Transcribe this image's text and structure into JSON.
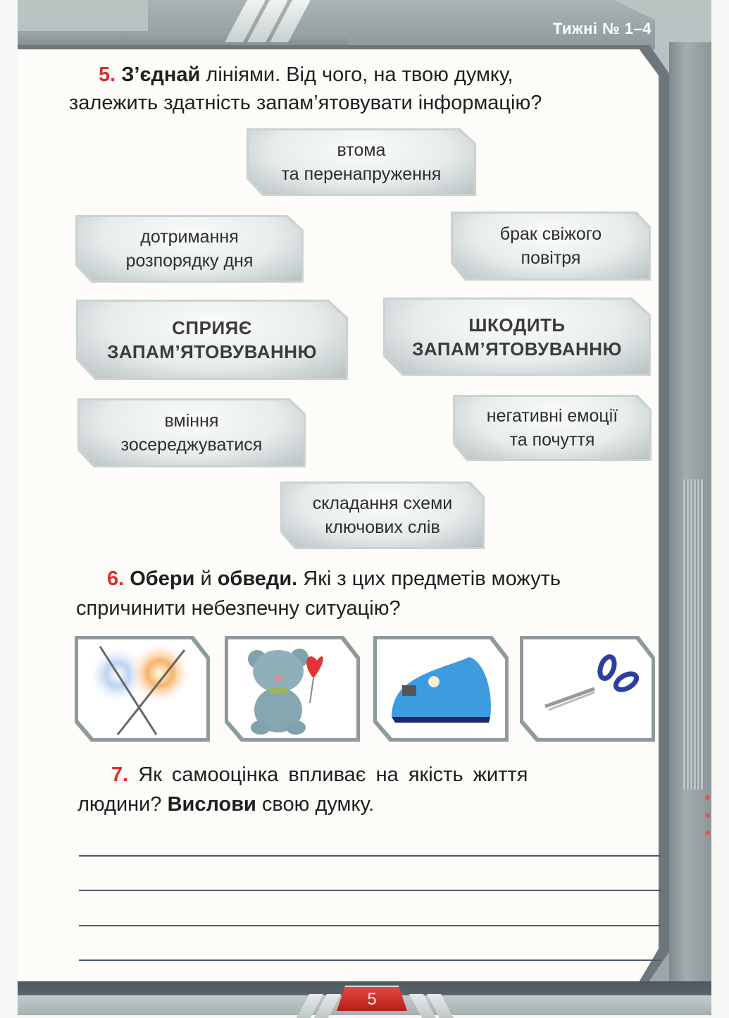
{
  "header": {
    "week_label": "Тижні № 1–4"
  },
  "task5": {
    "number": "5.",
    "bold_verb": "З’єднай",
    "text_line1": " лініями. Від чого, на твою думку,",
    "text_line2": "залежить здатність запам’ятовувати інформацію?",
    "categories": [
      {
        "line1": "СПРИЯЄ",
        "line2": "ЗАПАМ’ЯТОВУВАННЮ"
      },
      {
        "line1": "ШКОДИТЬ",
        "line2": "ЗАПАМ’ЯТОВУВАННЮ"
      }
    ],
    "options": [
      {
        "line1": "втома",
        "line2": "та перенапруження"
      },
      {
        "line1": "дотримання",
        "line2": "розпорядку дня"
      },
      {
        "line1": "брак свіжого",
        "line2": "повітря"
      },
      {
        "line1": "вміння",
        "line2": "зосереджуватися"
      },
      {
        "line1": "негативні емоції",
        "line2": "та почуття"
      },
      {
        "line1": "складання схеми",
        "line2": "ключових слів"
      }
    ]
  },
  "task6": {
    "number": "6.",
    "bold_verb1": "Обери",
    "conj": " й ",
    "bold_verb2": "обведи.",
    "text_line1": " Які з цих предметів можуть",
    "text_line2": "спричинити небезпечну ситуацію?",
    "items": [
      {
        "icon": "sparklers-icon"
      },
      {
        "icon": "teddy-bear-icon"
      },
      {
        "icon": "iron-icon"
      },
      {
        "icon": "scissors-icon"
      }
    ]
  },
  "task7": {
    "number": "7.",
    "text_line1": " Як  самооцінка  впливає  на  якість  життя",
    "text_line2_a": "людини? ",
    "bold_verb": "Вислови",
    "text_line2_b": "  свою  думку.",
    "answer_lines": 4
  },
  "footer": {
    "page_number": "5"
  },
  "colors": {
    "accent_red": "#d8312c",
    "frame_gray": "#6d777b",
    "panel_bg": "#fdfcf9"
  }
}
